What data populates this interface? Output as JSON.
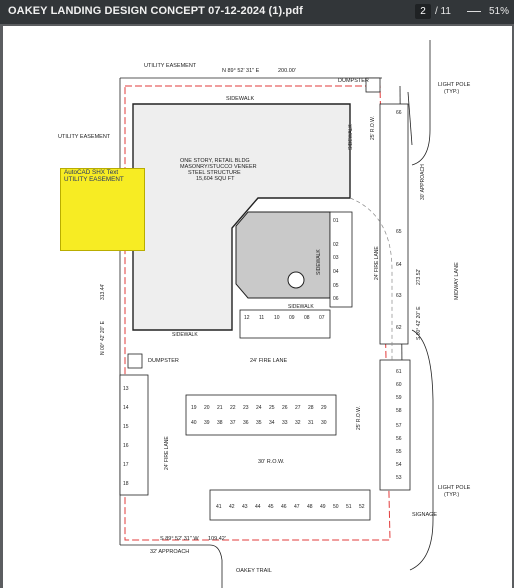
{
  "toolbar": {
    "doc_title": "OAKEY LANDING DESIGN CONCEPT 07-12-2024 (1).pdf",
    "page_current": "2",
    "page_total": "/ 11",
    "zoom_out_symbol": "—",
    "zoom": "51%"
  },
  "drawing": {
    "labels": {
      "utility_easement_top": "UTILITY EASEMENT",
      "north_bearing": "N  89° 52' 31\" E",
      "north_dim": "200.00'",
      "dumpster_top": "DUMPSTER",
      "light_pole_top": "LIGHT POLE",
      "typ_top": "(TYP.)",
      "sidewalk_top": "SIDEWALK",
      "utility_easement_left": "UTILITY EASEMENT",
      "building_1": "ONE STORY, RETAIL BLDG",
      "building_2": "MASONRY/STUCCO VENEER",
      "building_3": "STEEL STRUCTURE",
      "building_4": "15,604 SQU FT",
      "sidewalk_right": "SIDEWALK",
      "row_right": "25' R.O.W.",
      "approach_30": "30' APPROACH",
      "fire_lane_right": "24' FIRE LANE",
      "midway": "MIDWAY LANE",
      "east_bearing": "S  00° 42' 20\" E",
      "east_dim": "273.52'",
      "sidewalk_center": "SIDEWALK",
      "sidewalk_curb": "SIDEWALK",
      "sidewalk_bottom": "SIDEWALK",
      "west_bearing": "N  00° 42' 20\" E",
      "west_dim": "313.44'",
      "dumpster_left": "DUMPSTER",
      "fire_lane_mid": "24' FIRE LANE",
      "fire_lane_left": "24' FIRE LANE",
      "row_mid": "25' R.O.W.",
      "row_30": "30' R.O.W.",
      "light_pole_bottom": "LIGHT POLE",
      "typ_bottom": "(TYP.)",
      "signage": "SIGNAGE",
      "south_bearing": "S  89° 52' 31\" W",
      "south_dim": "109.42'",
      "approach_32": "32' APPROACH",
      "oakey": "OAKEY TRAIL"
    },
    "stalls": {
      "bldg_right": [
        "01",
        "02",
        "03",
        "04",
        "05",
        "06"
      ],
      "bldg_bottom": [
        "12",
        "11",
        "10",
        "09",
        "08",
        "07"
      ],
      "right_col": [
        "66",
        "65",
        "64",
        "63",
        "62"
      ],
      "left_col": [
        "13",
        "14",
        "15",
        "16",
        "17",
        "18"
      ],
      "island_top": [
        "19",
        "20",
        "21",
        "22",
        "23",
        "24",
        "25",
        "26",
        "27",
        "28",
        "29"
      ],
      "island_bottom": [
        "40",
        "39",
        "38",
        "37",
        "36",
        "35",
        "34",
        "33",
        "32",
        "31",
        "30"
      ],
      "bottom_row": [
        "41",
        "42",
        "43",
        "44",
        "45",
        "46",
        "47",
        "48",
        "49",
        "50",
        "51",
        "52"
      ],
      "right_lower": [
        "61",
        "60",
        "59",
        "58",
        "57",
        "56",
        "55",
        "54",
        "53"
      ]
    },
    "note": {
      "line1": "AutoCAD SHX Text",
      "line2": "UTILITY EASEMENT"
    },
    "colors": {
      "property_line": "#e23b3b",
      "linework": "#222222",
      "highlight": "#f7ec23"
    }
  }
}
